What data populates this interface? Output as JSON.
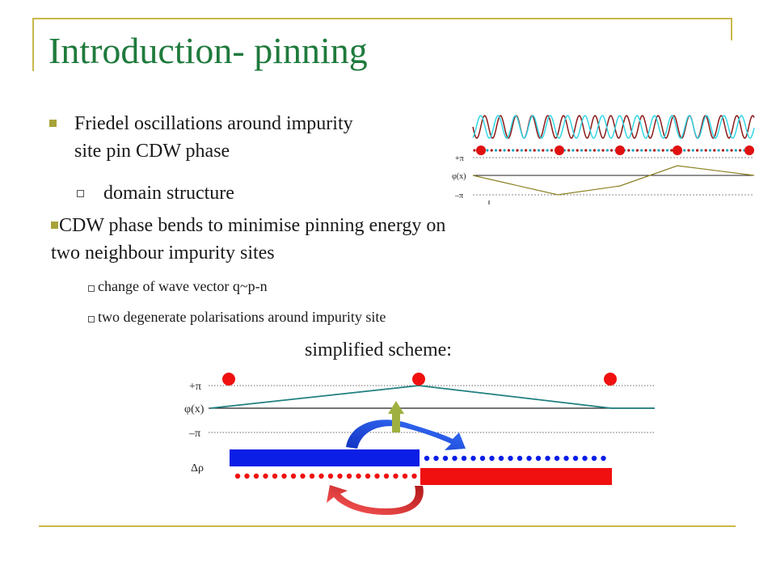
{
  "slide": {
    "title": "Introduction- pinning",
    "bullets": {
      "friedel_line1": "Friedel oscillations around impurity",
      "friedel_line2": "site pin CDW phase",
      "domain": "domain structure",
      "bends_line1": "CDW phase bends to minimise pinning energy on",
      "bends_line2": "two neighbour impurity sites",
      "wavevector": "change of wave vector q~p-n",
      "degenerate": "two degenerate polarisations around impurity site"
    },
    "scheme_label": "simplified scheme:"
  },
  "top_figure": {
    "label_plus_pi": "+π",
    "label_phi": "φ(x)",
    "label_minus_pi": "–π"
  },
  "bottom_figure": {
    "label_plus_pi": "+π",
    "label_phi": "φ(x)",
    "label_minus_pi": "–π",
    "label_delta_rho": "Δρ"
  },
  "colors": {
    "title_green": "#1f7a3c",
    "frame_gold": "#c9b84a",
    "blue": "#0a1ee6",
    "red": "#f01010",
    "teal": "#1f7f7f"
  }
}
